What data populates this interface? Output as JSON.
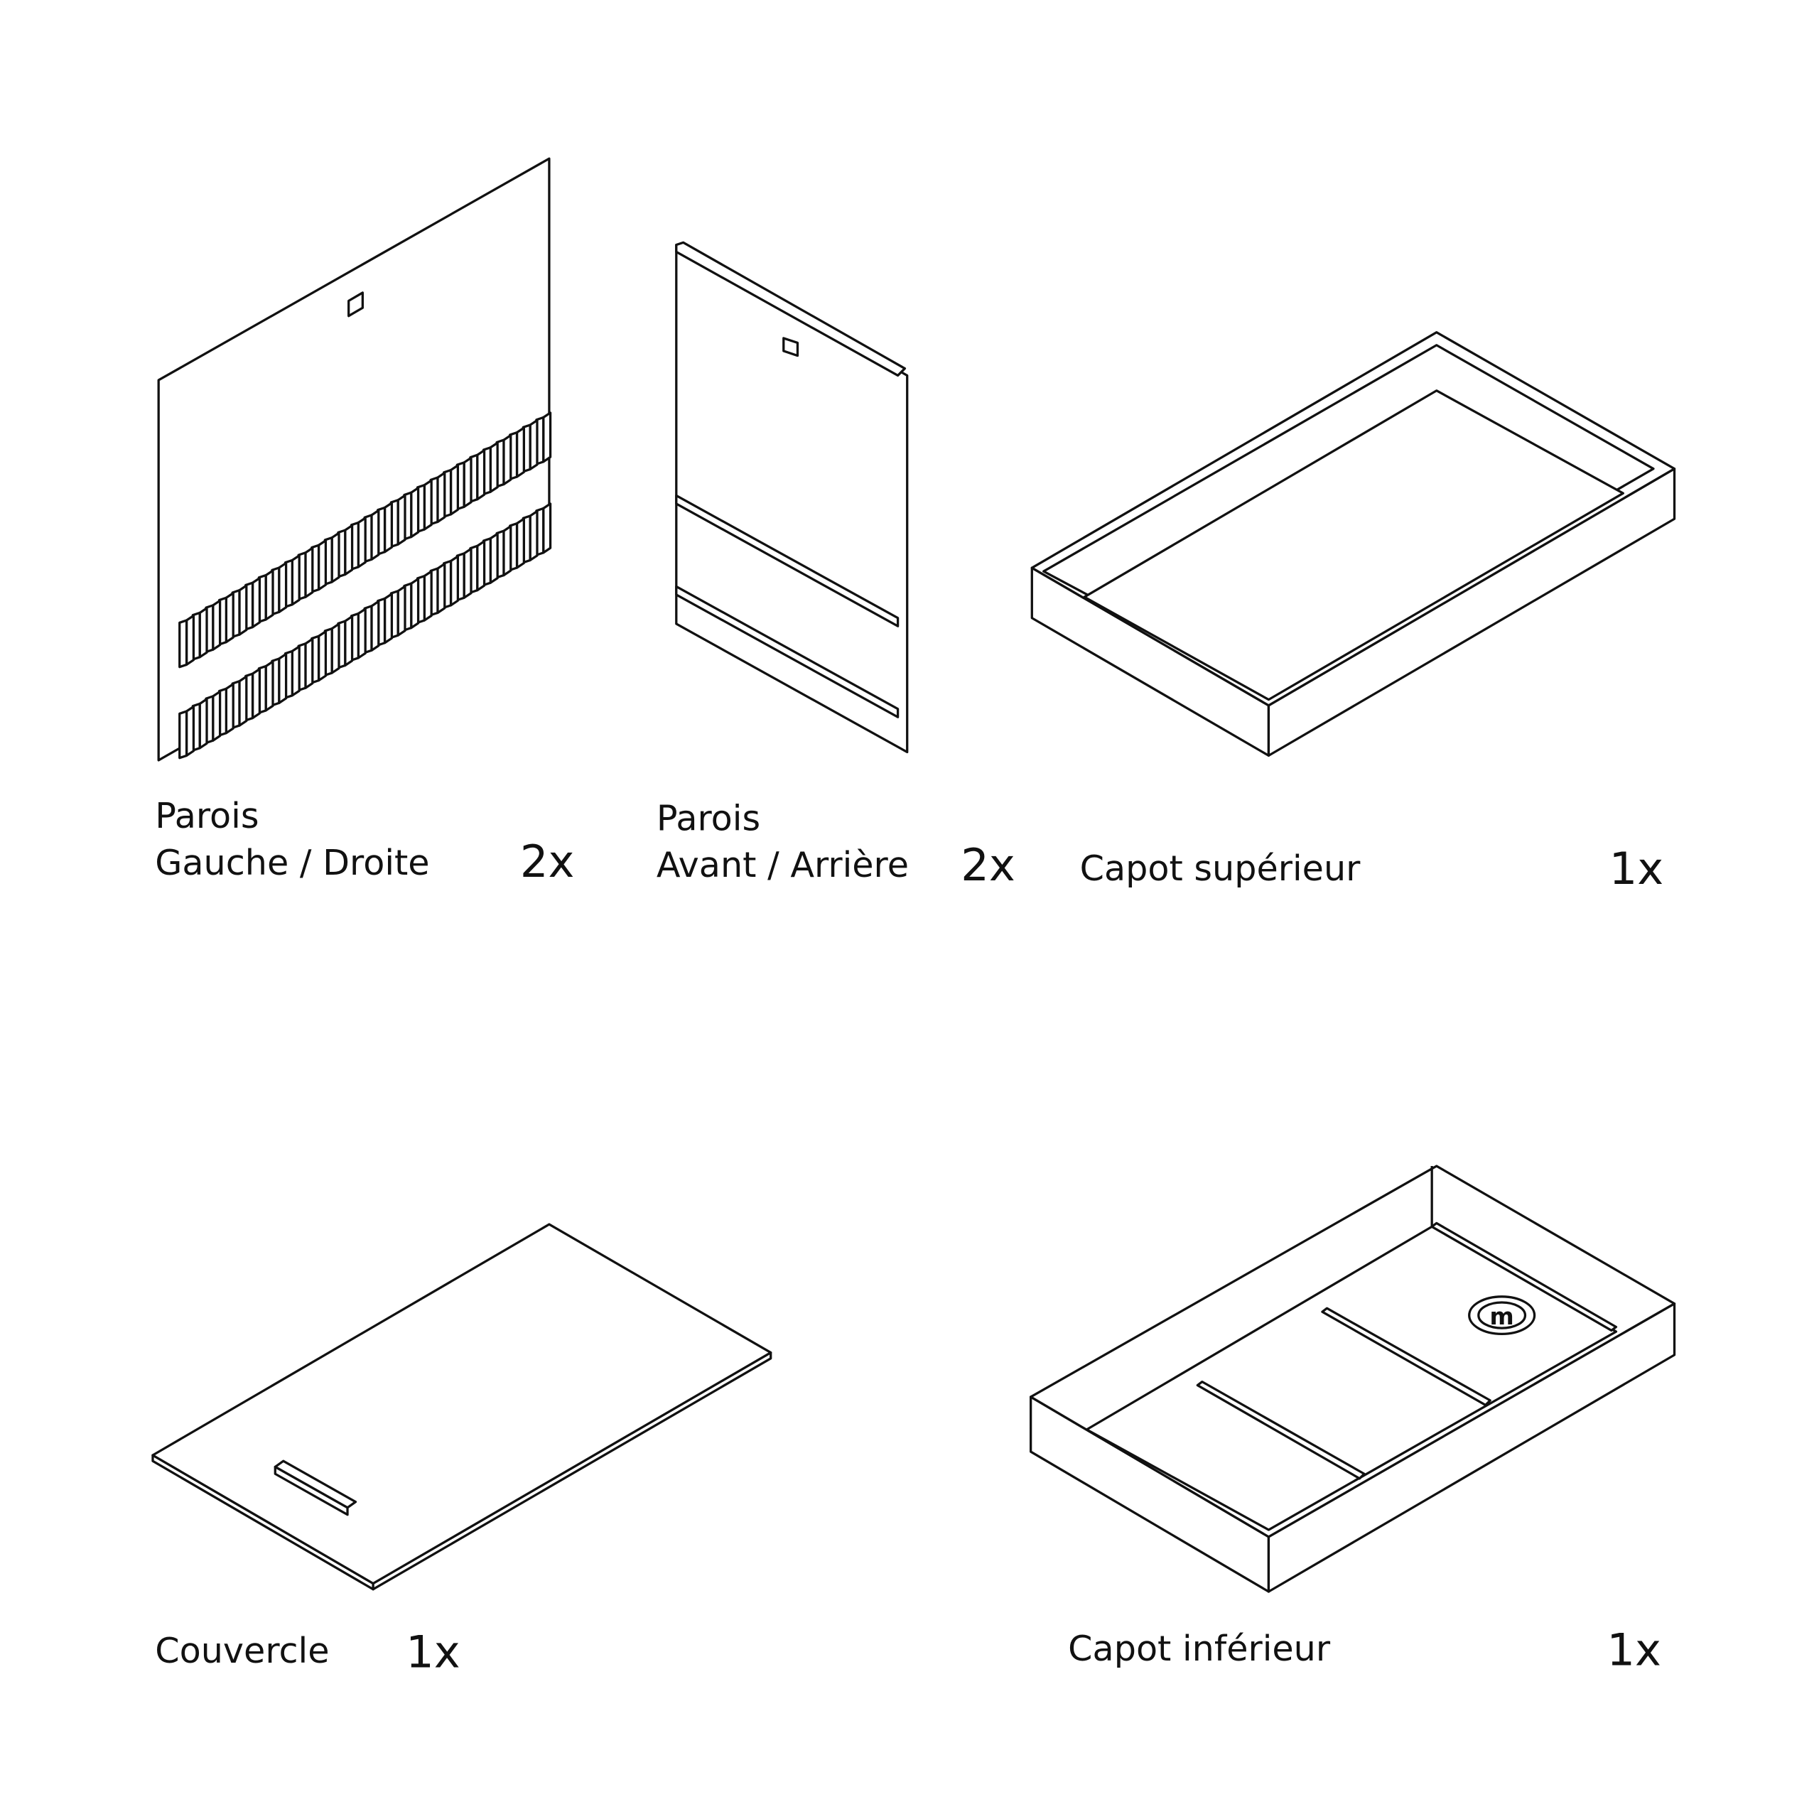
{
  "parts": [
    {
      "name_line1": "Parois",
      "name_line2": "Gauche / Droite",
      "qty": "2x"
    },
    {
      "name_line1": "Parois",
      "name_line2": "Avant / Arrière",
      "qty": "2x"
    },
    {
      "name_line1": "Capot supérieur",
      "qty": "1x"
    },
    {
      "name_line1": "Couvercle",
      "qty": "1x"
    },
    {
      "name_line1": "Capot inférieur",
      "qty": "1x"
    }
  ],
  "colors": {
    "line": "#111111",
    "background": "#ffffff"
  }
}
